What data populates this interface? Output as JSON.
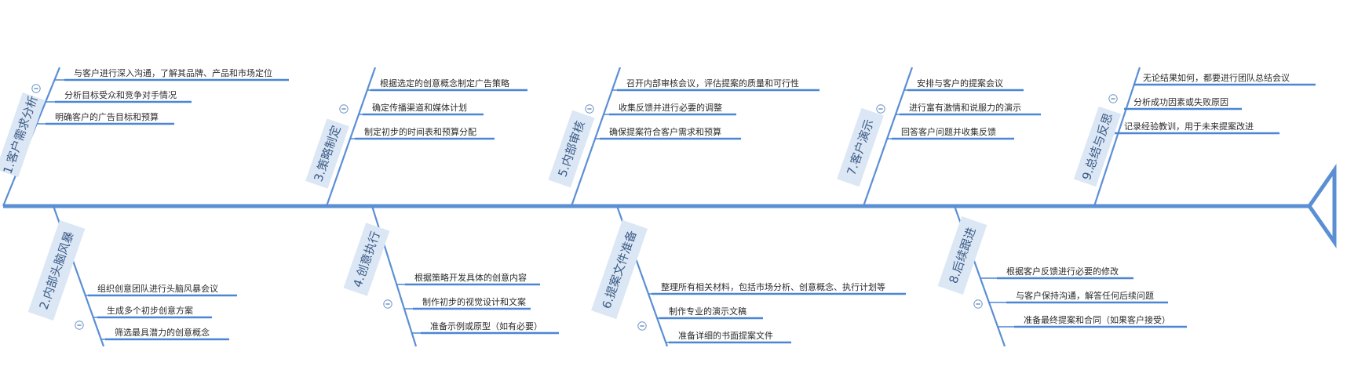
{
  "colors": {
    "spine": "#5b8fd4",
    "bone": "#5b8fd4",
    "underline": "#4a86d4",
    "label_bg": "#dce7f5",
    "label_text": "#3a5b86",
    "leaf_text": "#2b2b2b"
  },
  "branches": [
    {
      "label": "1.客户需求分析",
      "items": [
        "与客户进行深入沟通，了解其品牌、产品和市场定位",
        "分析目标受众和竞争对手情况",
        "明确客户的广告目标和预算"
      ]
    },
    {
      "label": "2.内部头脑风暴",
      "items": [
        "组织创意团队进行头脑风暴会议",
        "生成多个初步创意方案",
        "筛选最具潜力的创意概念"
      ]
    },
    {
      "label": "3.策略制定",
      "items": [
        "根据选定的创意概念制定广告策略",
        "确定传播渠道和媒体计划",
        "制定初步的时间表和预算分配"
      ]
    },
    {
      "label": "4.创意执行",
      "items": [
        "根据策略开发具体的创意内容",
        "制作初步的视觉设计和文案",
        "准备示例或原型（如有必要）"
      ]
    },
    {
      "label": "5.内部审核",
      "items": [
        "召开内部审核会议，评估提案的质量和可行性",
        "收集反馈并进行必要的调整",
        "确保提案符合客户需求和预算"
      ]
    },
    {
      "label": "6.提案文件准备",
      "items": [
        "整理所有相关材料，包括市场分析、创意概念、执行计划等",
        "制作专业的演示文稿",
        "准备详细的书面提案文件"
      ]
    },
    {
      "label": "7.客户演示",
      "items": [
        "安排与客户的提案会议",
        "进行富有激情和说服力的演示",
        "回答客户问题并收集反馈"
      ]
    },
    {
      "label": "8.后续跟进",
      "items": [
        "根据客户反馈进行必要的修改",
        "与客户保持沟通，解答任何后续问题",
        "准备最终提案和合同（如果客户接受）"
      ]
    },
    {
      "label": "9.总结与反思",
      "items": [
        "无论结果如何，都要进行团队总结会议",
        "分析成功因素或失败原因",
        "记录经验教训，用于未来提案改进"
      ]
    }
  ]
}
